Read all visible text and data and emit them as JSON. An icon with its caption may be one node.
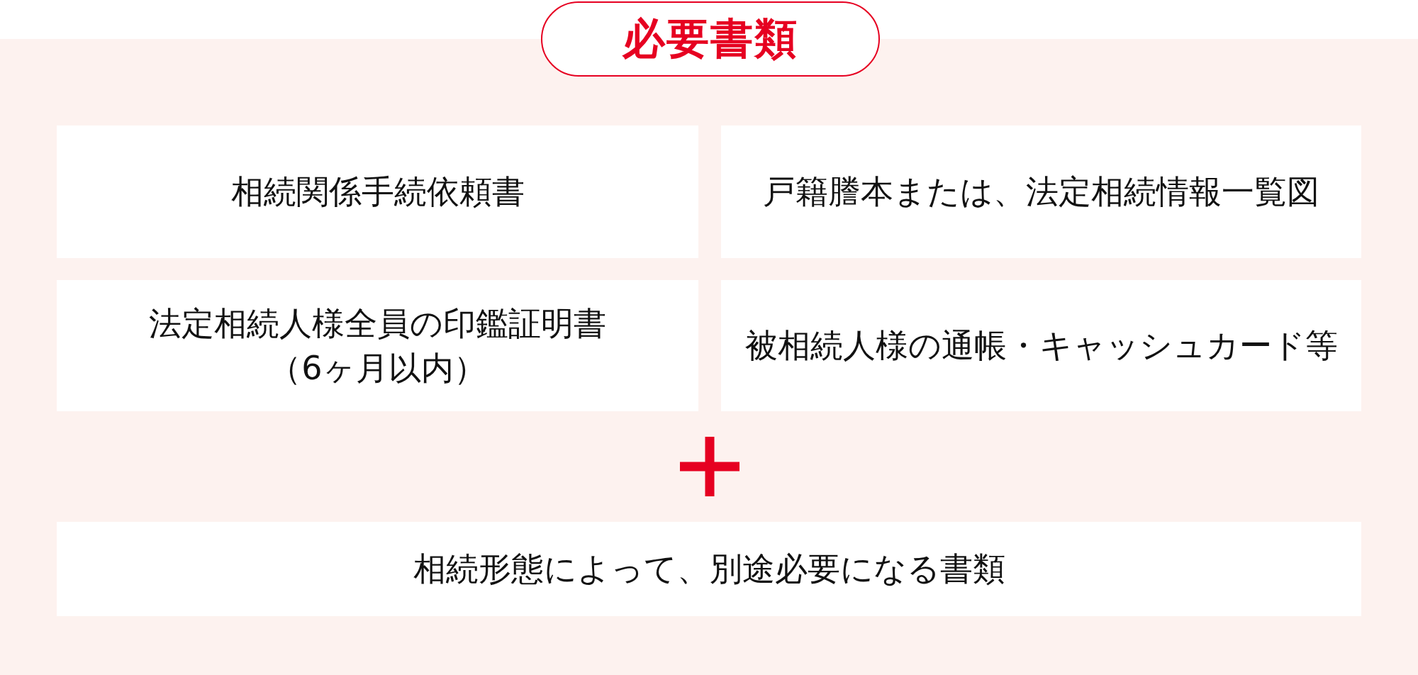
{
  "diagram": {
    "title": "必要書類",
    "nodes": [
      {
        "text": [
          "相続関係手続依頼書"
        ]
      },
      {
        "text": [
          "戸籍謄本または、法定相続情報一覧図"
        ]
      },
      {
        "text": [
          "法定相続人様全員の印鑑証明書（6ヶ月以内）"
        ]
      },
      {
        "text": [
          "被相続人様の通帳・キャッシュカード等"
        ]
      },
      {
        "text": [
          "相続形態によって、別途必要になる書類"
        ]
      }
    ]
  }
}
